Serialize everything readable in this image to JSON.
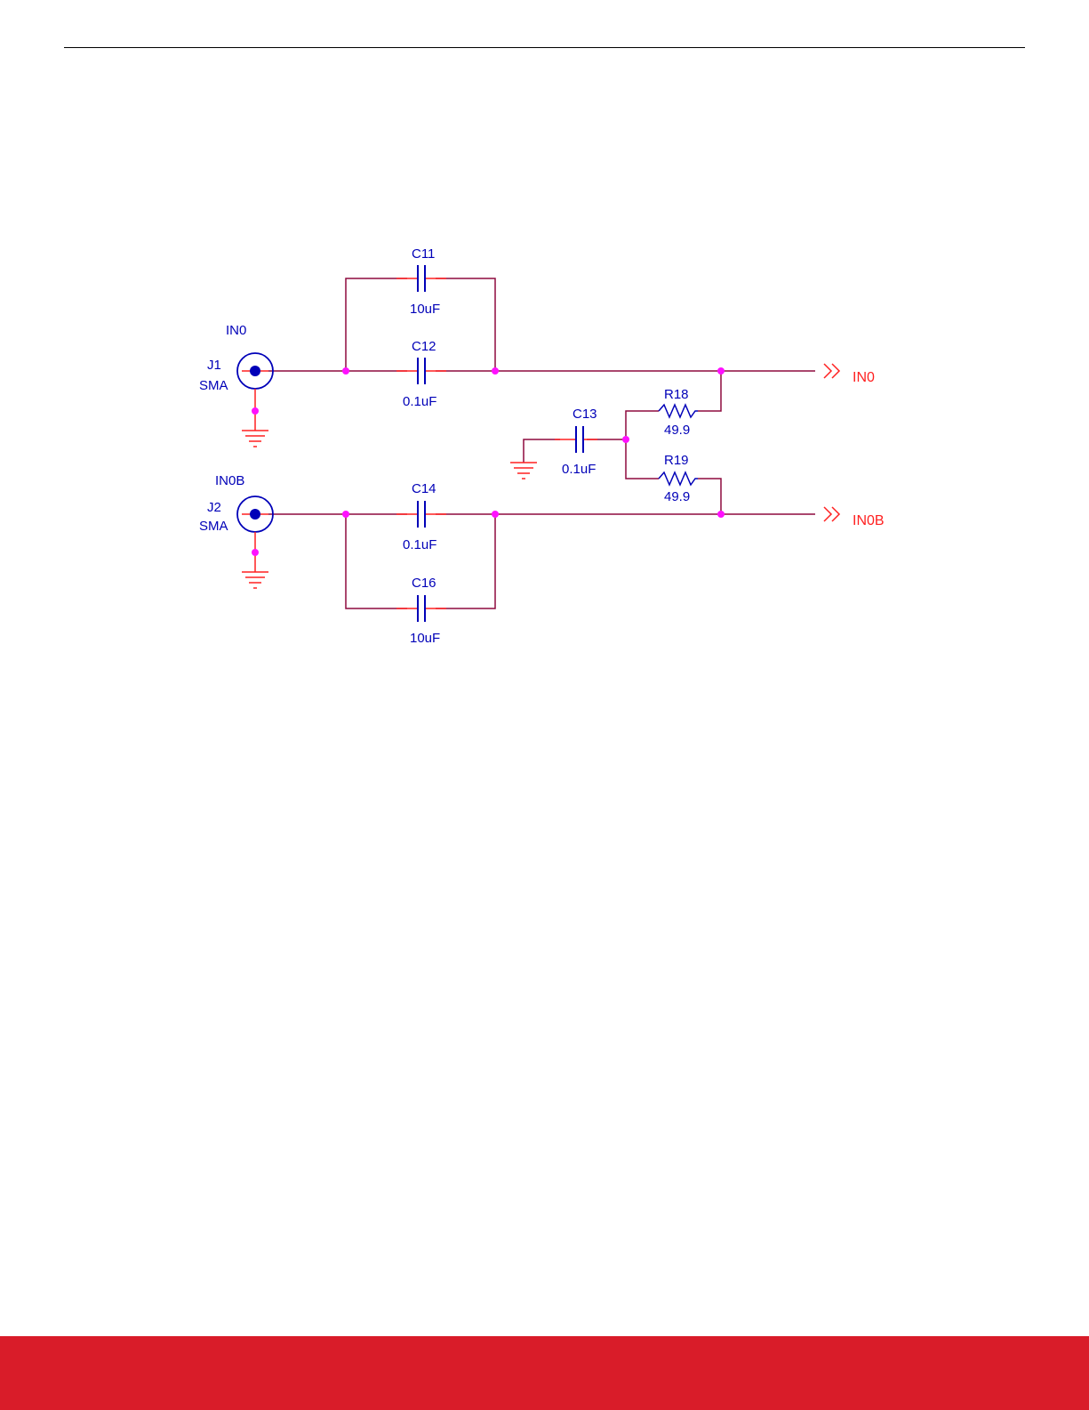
{
  "colors": {
    "footer": "#d91c29",
    "component": "#0000b8",
    "wire": "#8e0a3e",
    "pin": "#ff2020",
    "junction": "#ff10ff"
  },
  "connectors": [
    {
      "net_label": "IN0",
      "ref": "J1",
      "type": "SMA"
    },
    {
      "net_label": "IN0B",
      "ref": "J2",
      "type": "SMA"
    }
  ],
  "capacitors": [
    {
      "ref": "C11",
      "value": "10uF"
    },
    {
      "ref": "C12",
      "value": "0.1uF"
    },
    {
      "ref": "C13",
      "value": "0.1uF"
    },
    {
      "ref": "C14",
      "value": "0.1uF"
    },
    {
      "ref": "C16",
      "value": "10uF"
    }
  ],
  "resistors": [
    {
      "ref": "R18",
      "value": "49.9"
    },
    {
      "ref": "R19",
      "value": "49.9"
    }
  ],
  "offpage": [
    {
      "label": "IN0"
    },
    {
      "label": "IN0B"
    }
  ]
}
